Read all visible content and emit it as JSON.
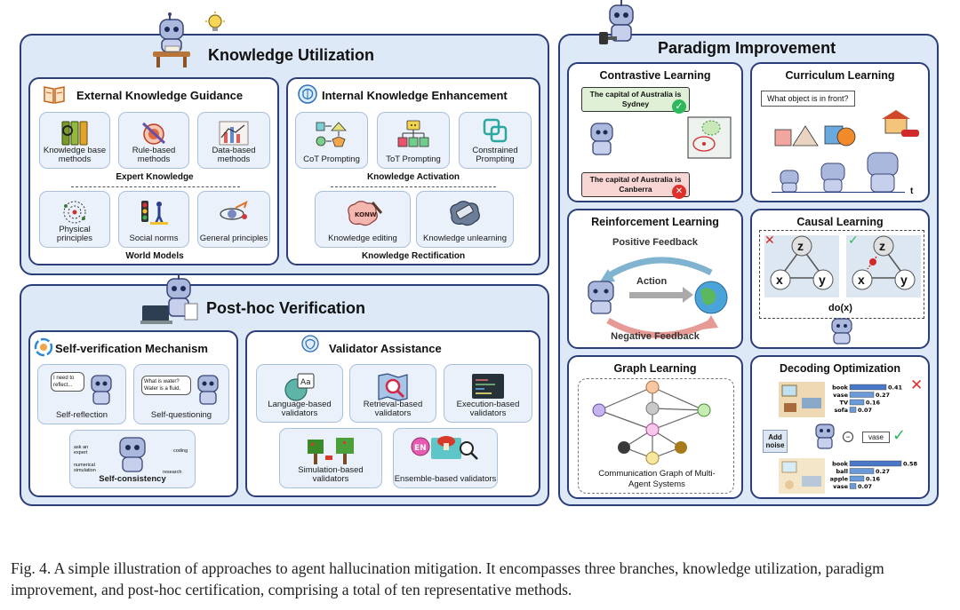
{
  "knowledge_utilization": {
    "title": "Knowledge Utilization",
    "external": {
      "title": "External Knowledge Guidance",
      "expert_group": "Expert Knowledge",
      "world_group": "World Models",
      "cards": [
        "Knowledge base methods",
        "Rule-based methods",
        "Data-based methods",
        "Physical principles",
        "Social norms",
        "General principles"
      ]
    },
    "internal": {
      "title": "Internal Knowledge Enhancement",
      "activation_group": "Knowledge Activation",
      "rectification_group": "Knowledge Rectification",
      "cards": [
        "CoT Prompting",
        "ToT Prompting",
        "Constrained Prompting",
        "Knowledge editing",
        "Knowledge unlearning"
      ],
      "edit_icon_text": "KONW"
    }
  },
  "post_hoc": {
    "title": "Post-hoc Verification",
    "self_verification": {
      "title": "Self-verification Mechanism",
      "self_reflection": "Self-reflection",
      "reflection_bubble": "I need to reflect...",
      "self_questioning": "Self-questioning",
      "questioning_bubble": "What is water? Water is a fluid.",
      "self_consistency": "Self-consistency",
      "consistency_items": [
        "ask an expert",
        "coding",
        "numerical simulation",
        "research"
      ]
    },
    "validator": {
      "title": "Validator Assistance",
      "cards": [
        "Language-based validators",
        "Retrieval-based validators",
        "Execution-based validators",
        "Simulation-based validators",
        "Ensemble-based validators"
      ],
      "lang_icon_text": "Aa",
      "ens_icon_text": "EN"
    }
  },
  "paradigm": {
    "title": "Paradigm Improvement",
    "contrastive": {
      "title": "Contrastive Learning",
      "positive": "The capital of Australia is Sydney",
      "negative": "The capital of Australia is Canberra"
    },
    "curriculum": {
      "title": "Curriculum Learning",
      "question": "What object is in front?",
      "axis": "t"
    },
    "reinforcement": {
      "title": "Reinforcement Learning",
      "positive": "Positive Feedback",
      "action": "Action",
      "negative": "Negative Feedback"
    },
    "causal": {
      "title": "Causal Learning",
      "nodes": [
        "z",
        "x",
        "y"
      ],
      "do": "do(x)"
    },
    "graph": {
      "title": "Graph Learning",
      "label": "Communication Graph of Multi-Agent Systems"
    },
    "decoding": {
      "title": "Decoding Optimization",
      "noise": "Add noise",
      "output": "vase",
      "top": [
        {
          "label": "book",
          "value": 0.41
        },
        {
          "label": "vase",
          "value": 0.27
        },
        {
          "label": "TV",
          "value": 0.16
        },
        {
          "label": "sofa",
          "value": 0.07
        }
      ],
      "bottom": [
        {
          "label": "book",
          "value": 0.58
        },
        {
          "label": "ball",
          "value": 0.27
        },
        {
          "label": "apple",
          "value": 0.16
        },
        {
          "label": "vase",
          "value": 0.07
        }
      ]
    }
  },
  "caption": "Fig. 4.  A simple illustration of approaches to agent hallucination mitigation. It encompasses three branches, knowledge utilization, paradigm improvement, and post-hoc certification, comprising a total of ten representative methods.",
  "colors": {
    "border": "#2c3e7a",
    "panel_fill": "#dde9f7",
    "card_fill": "#eaf1fa",
    "green_check": "#2eb85c",
    "red_cross": "#e0302a",
    "positive_arrow": "#7fb3cf",
    "negative_arrow": "#e69a96"
  }
}
